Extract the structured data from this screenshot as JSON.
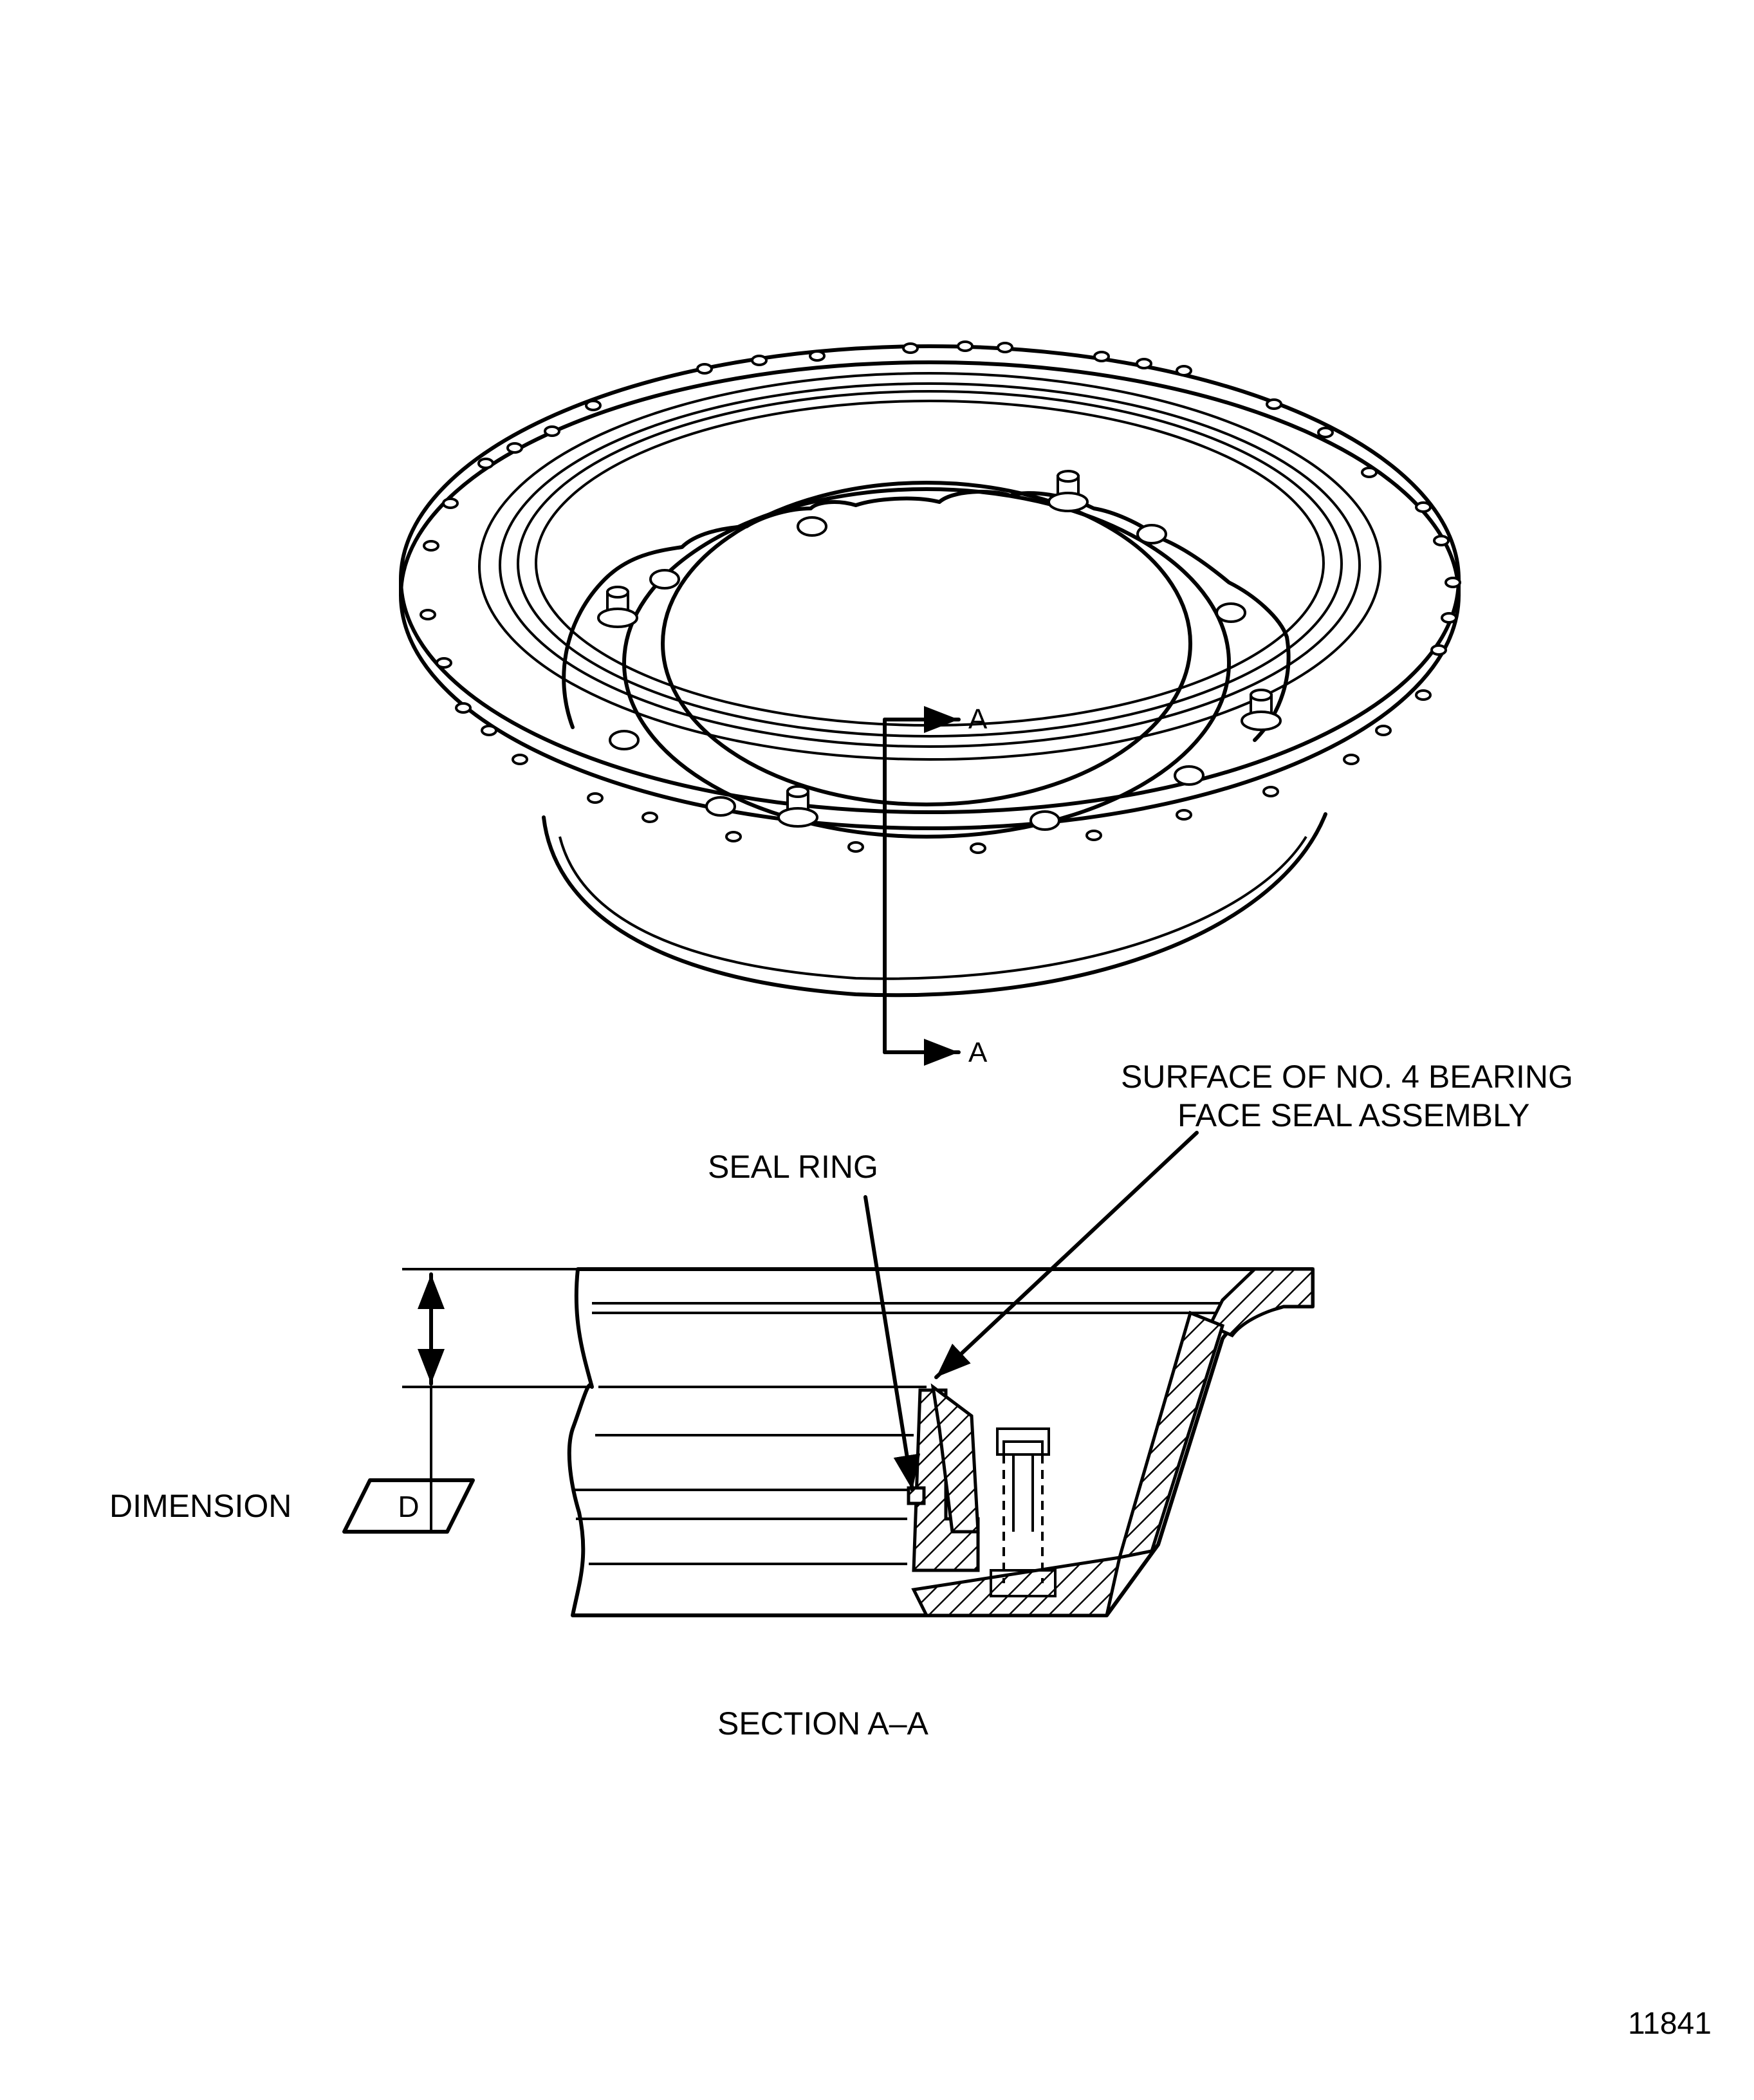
{
  "section_marker_top": "A",
  "section_marker_bottom": "A",
  "callout_surface_line1": "SURFACE OF NO. 4 BEARING",
  "callout_surface_line2": "FACE SEAL ASSEMBLY",
  "callout_seal_ring": "SEAL RING",
  "dimension_label": "DIMENSION",
  "dimension_symbol": "D",
  "section_caption": "SECTION A–A",
  "figure_number": "11841"
}
